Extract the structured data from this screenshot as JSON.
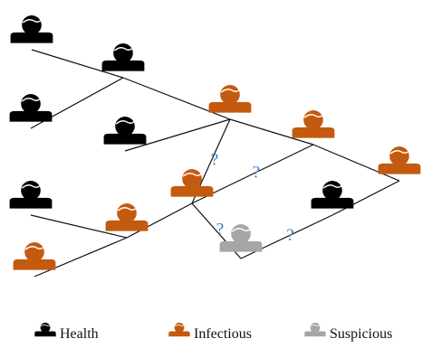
{
  "colors": {
    "health": "#000000",
    "infectious": "#c45a0f",
    "suspicious": "#a6a6a6",
    "edge": "#111111",
    "question": "#3a7fc4"
  },
  "nodes": [
    {
      "id": "h1",
      "status": "health"
    },
    {
      "id": "h2",
      "status": "health"
    },
    {
      "id": "h3",
      "status": "health"
    },
    {
      "id": "h4",
      "status": "health"
    },
    {
      "id": "h5",
      "status": "health"
    },
    {
      "id": "h6",
      "status": "health"
    },
    {
      "id": "i1",
      "status": "infectious"
    },
    {
      "id": "i2",
      "status": "infectious"
    },
    {
      "id": "i3",
      "status": "infectious"
    },
    {
      "id": "i4",
      "status": "infectious"
    },
    {
      "id": "i5",
      "status": "infectious"
    },
    {
      "id": "i6",
      "status": "infectious"
    },
    {
      "id": "s1",
      "status": "suspicious"
    }
  ],
  "edges": [
    {
      "from": "h1",
      "to": "h2",
      "uncertain": false
    },
    {
      "from": "h3",
      "to": "h2",
      "uncertain": false
    },
    {
      "from": "h2",
      "to": "i1",
      "uncertain": false
    },
    {
      "from": "h4",
      "to": "i1",
      "uncertain": false
    },
    {
      "from": "i1",
      "to": "i2",
      "uncertain": false
    },
    {
      "from": "i2",
      "to": "i3",
      "uncertain": false
    },
    {
      "from": "h5",
      "to": "i5",
      "uncertain": false
    },
    {
      "from": "i6",
      "to": "i5",
      "uncertain": false
    },
    {
      "from": "i5",
      "to": "i4",
      "uncertain": false
    },
    {
      "from": "h6",
      "to": "i3",
      "uncertain": false
    },
    {
      "from": "i1",
      "to": "i4",
      "uncertain": true,
      "label": "?"
    },
    {
      "from": "i4",
      "to": "i2",
      "uncertain": true,
      "label": "?"
    },
    {
      "from": "i4",
      "to": "s1",
      "uncertain": true,
      "label": "?"
    },
    {
      "from": "s1",
      "to": "h6",
      "uncertain": true,
      "label": "?"
    }
  ],
  "legend": [
    {
      "status": "health",
      "label": "Health"
    },
    {
      "status": "infectious",
      "label": "Infectious"
    },
    {
      "status": "suspicious",
      "label": "Suspicious"
    }
  ]
}
